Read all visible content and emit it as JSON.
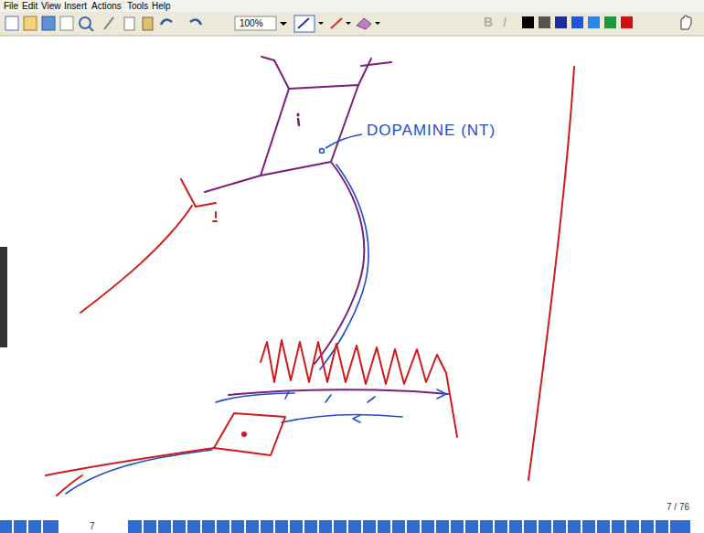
{
  "diagram": {
    "labels": [
      "File",
      "Edit",
      "View",
      "Insert",
      "Actions",
      "Tools",
      "Help",
      "100%",
      "B",
      "I",
      "DOPAMINE (NT)",
      "7 / 76",
      "7"
    ]
  }
}
